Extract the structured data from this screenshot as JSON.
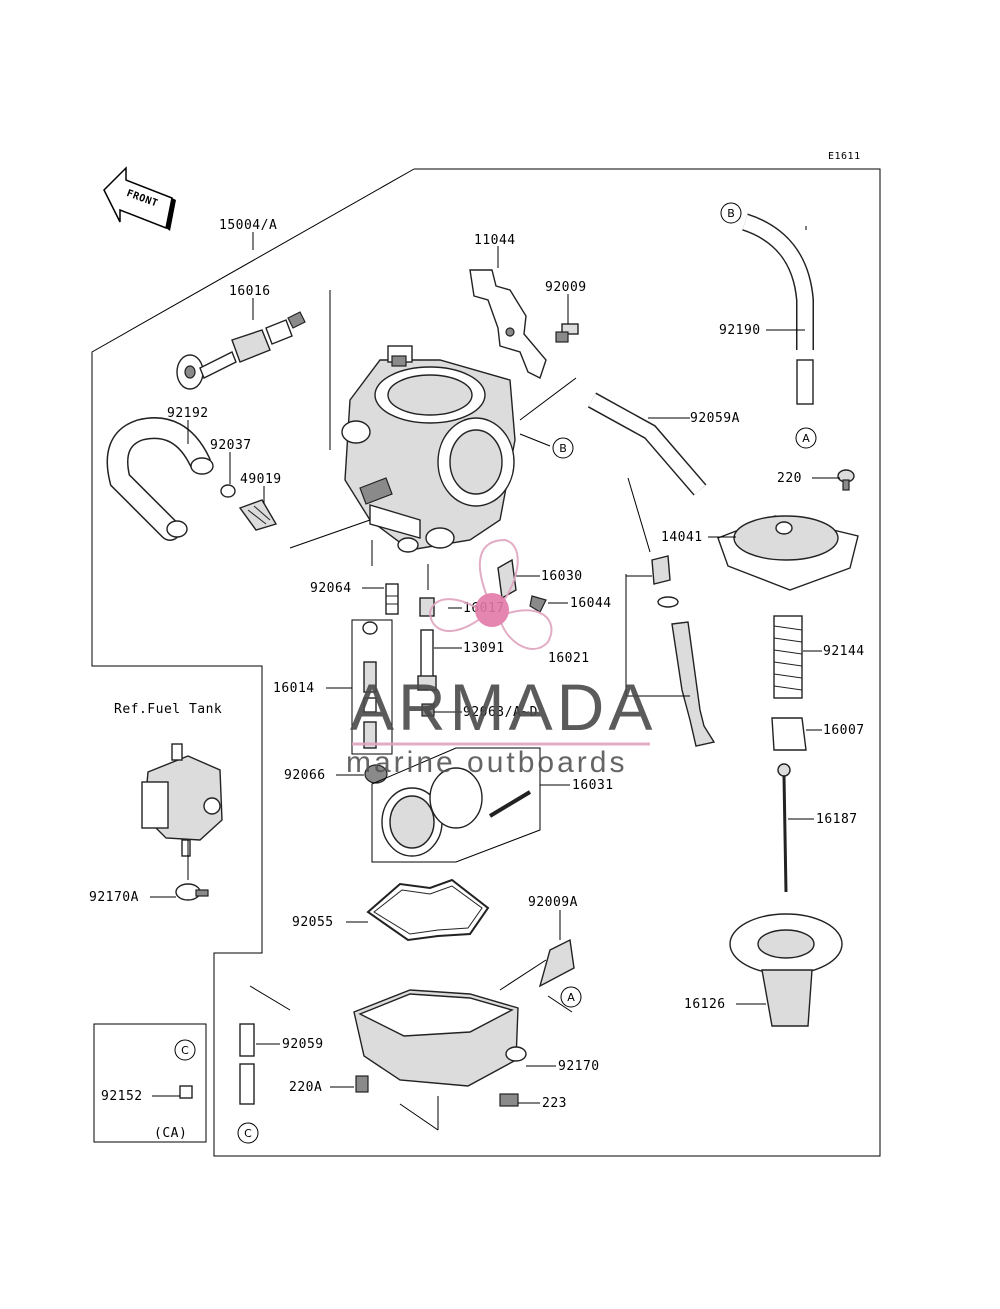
{
  "diagram_code": "E1611",
  "front_label": "FRONT",
  "ref_label": "Ref.Fuel Tank",
  "ca_label": "(CA)",
  "callouts": {
    "A": "A",
    "B": "B",
    "C": "C"
  },
  "part_numbers": {
    "p15004A": "15004/A",
    "p16016": "16016",
    "p11044": "11044",
    "p92009": "92009",
    "p92190": "92190",
    "p92059A": "92059A",
    "p92192": "92192",
    "p92037": "92037",
    "p49019": "49019",
    "p220": "220",
    "p14041": "14041",
    "p92064": "92064",
    "p16030": "16030",
    "p16017": "16017",
    "p16044": "16044",
    "p13091": "13091",
    "p16021": "16021",
    "p92144": "92144",
    "p16014": "16014",
    "p92063": "92063/A~D",
    "p16007": "16007",
    "p92066": "92066",
    "p16031": "16031",
    "p16187": "16187",
    "p92170A": "92170A",
    "p92055": "92055",
    "p92009A": "92009A",
    "p16126": "16126",
    "p92059": "92059",
    "p92170": "92170",
    "p92152": "92152",
    "p220A": "220A",
    "p223": "223"
  },
  "watermark": {
    "brand": "ARMADA",
    "tagline": "marine outboards",
    "logo_color": "#e0a4bf",
    "logo_center_color": "#e27aa8"
  }
}
